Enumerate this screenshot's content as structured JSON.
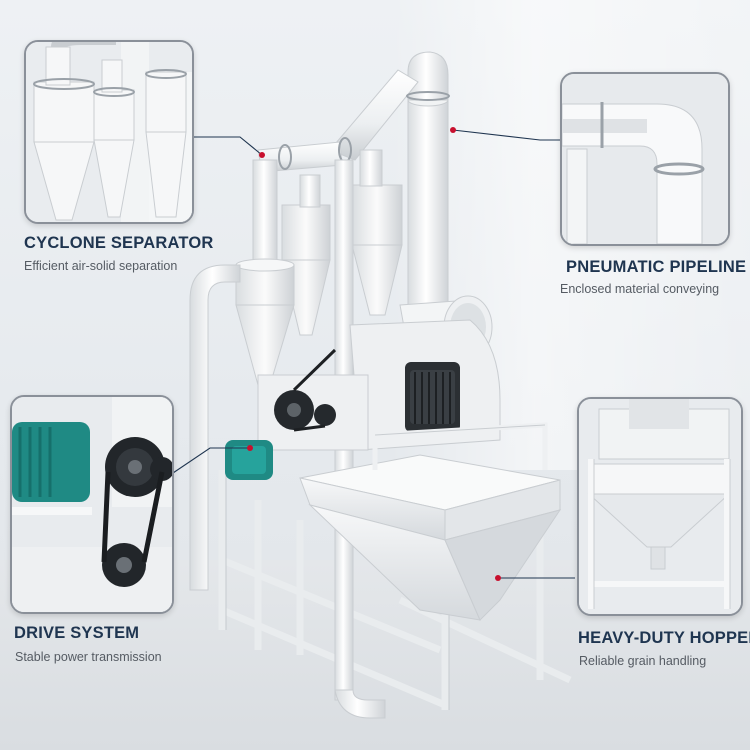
{
  "callouts": {
    "cyclone": {
      "title": "CYCLONE SEPARATOR",
      "subtitle": "Efficient air-solid separation"
    },
    "pipeline": {
      "title": "PNEUMATIC PIPELINE",
      "subtitle": "Enclosed material conveying"
    },
    "drive": {
      "title": "DRIVE SYSTEM",
      "subtitle": "Stable power transmission"
    },
    "hopper": {
      "title": "HEAVY-DUTY HOPPER",
      "subtitle": "Reliable grain handling"
    }
  },
  "colors": {
    "title": "#1f3550",
    "subtitle": "#555b63",
    "leader_dot": "#c8102e",
    "motor": "#1f8a84",
    "machine": "#f4f5f6"
  },
  "icons": [
    "leader-dot"
  ]
}
